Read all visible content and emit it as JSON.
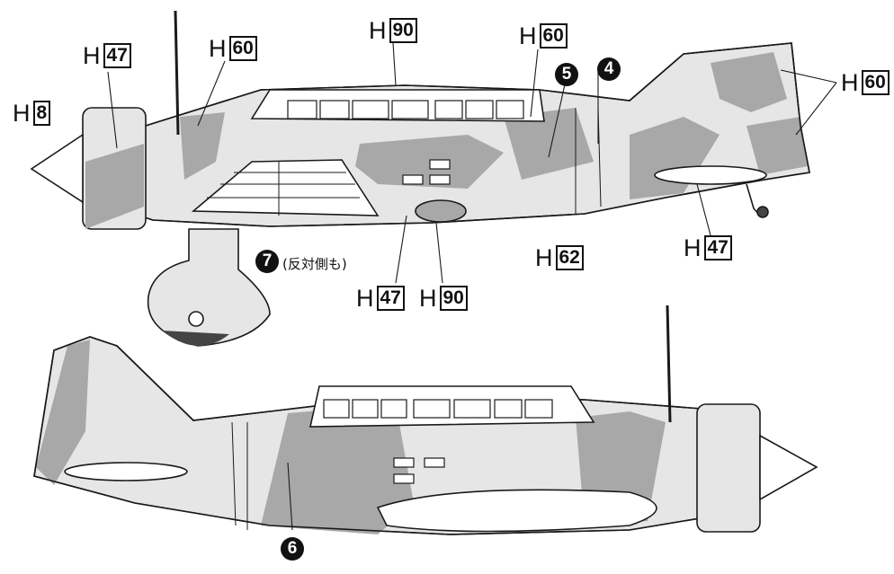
{
  "callouts": [
    {
      "id": "h8",
      "prefix": "H",
      "code": "8"
    },
    {
      "id": "h47-cowl",
      "prefix": "H",
      "code": "47"
    },
    {
      "id": "h60-fwd",
      "prefix": "H",
      "code": "60"
    },
    {
      "id": "h90-top",
      "prefix": "H",
      "code": "90"
    },
    {
      "id": "h60-mid",
      "prefix": "H",
      "code": "60"
    },
    {
      "id": "h60-tail",
      "prefix": "H",
      "code": "60"
    },
    {
      "id": "h47-tail",
      "prefix": "H",
      "code": "47"
    },
    {
      "id": "h62",
      "prefix": "H",
      "code": "62"
    },
    {
      "id": "h47-bot",
      "prefix": "H",
      "code": "47"
    },
    {
      "id": "h90-bot",
      "prefix": "H",
      "code": "90"
    }
  ],
  "markers": {
    "m4": "4",
    "m5": "5",
    "m6": "6",
    "m7": "7"
  },
  "note7": "(反対側も)",
  "colors": {
    "line": "#1a1a1a",
    "camo_grey": "#a8a8a8",
    "base_light": "#e6e6e6",
    "white": "#ffffff",
    "dark_tyre": "#444444"
  }
}
